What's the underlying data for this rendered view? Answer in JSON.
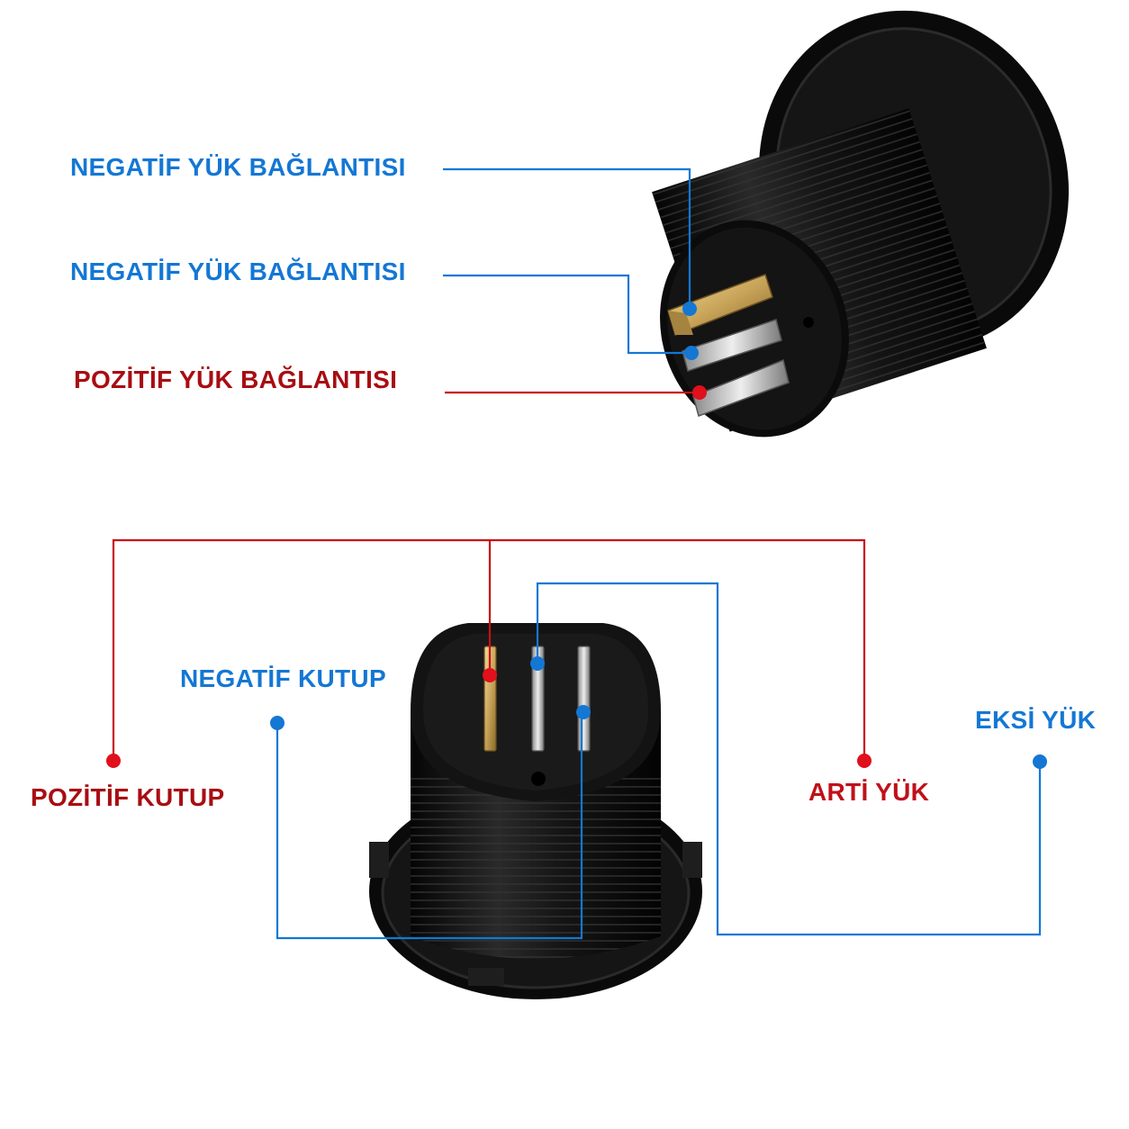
{
  "colors": {
    "blue": "#1477d4",
    "red": "#c80f18",
    "dark_red": "#a80d12",
    "socket_body": "#111111",
    "terminal_gold": "#c9a55a",
    "terminal_silver": "#c8c8c8"
  },
  "top_view": {
    "labels": [
      {
        "text": "NEGATİF YÜK BAĞLANTISI",
        "color_role": "blue"
      },
      {
        "text": "NEGATİF YÜK BAĞLANTISI",
        "color_role": "blue"
      },
      {
        "text": "POZİTİF YÜK BAĞLANTISI",
        "color_role": "dark_red"
      }
    ]
  },
  "bottom_view": {
    "labels": {
      "negatif_kutup": "NEGATİF KUTUP",
      "pozitif_kutup": "POZİTİF KUTUP",
      "arti_yuk": "ARTİ YÜK",
      "eksi_yuk": "EKSİ YÜK"
    }
  },
  "icons": {
    "top_socket": "usb-socket-rear-icon",
    "bottom_socket": "usb-socket-rear-front-view-icon"
  }
}
